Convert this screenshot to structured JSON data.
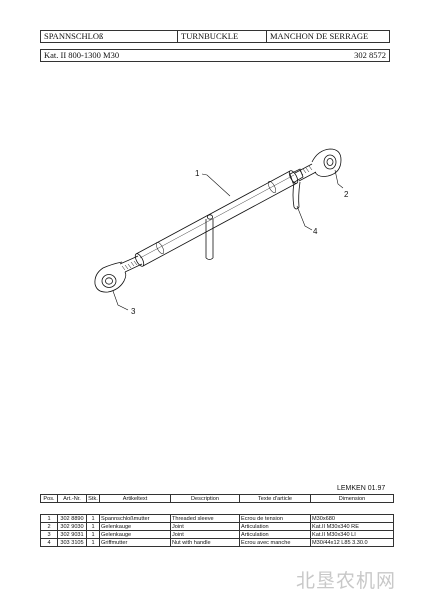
{
  "header": {
    "title_de": "SPANNSCHLOß",
    "title_en": "TURNBUCKLE",
    "title_fr": "MANCHON DE SERRAGE",
    "catalog": "Kat. II 800-1300 M30",
    "number": "302 8572"
  },
  "drawing": {
    "callouts": [
      "1",
      "2",
      "3",
      "4"
    ]
  },
  "footer": {
    "brand_date": "LEMKEN 01.97"
  },
  "table": {
    "columns": [
      "Pos.",
      "Art.-Nr.",
      "Stk.",
      "Artikeltext",
      "Description",
      "Texte d'article",
      "Dimension"
    ],
    "rows": [
      [
        "1",
        "302 8890",
        "1",
        "Spannschloßmutter",
        "Threaded sleeve",
        "Ecrou de tension",
        "M30x680"
      ],
      [
        "2",
        "302 9030",
        "1",
        "Gelenkauge",
        "Joint",
        "Articulation",
        "Kat.II M30x340 RE"
      ],
      [
        "3",
        "302 9031",
        "1",
        "Gelenkauge",
        "Joint",
        "Articulation",
        "Kat.II M30x340 LI"
      ],
      [
        "4",
        "303 3105",
        "1",
        "Griffmutter",
        "Nut with handle",
        "Ecrou avec manche",
        "M30/44x12 L85 3.30.0"
      ]
    ]
  },
  "watermark": "北垦农机网"
}
